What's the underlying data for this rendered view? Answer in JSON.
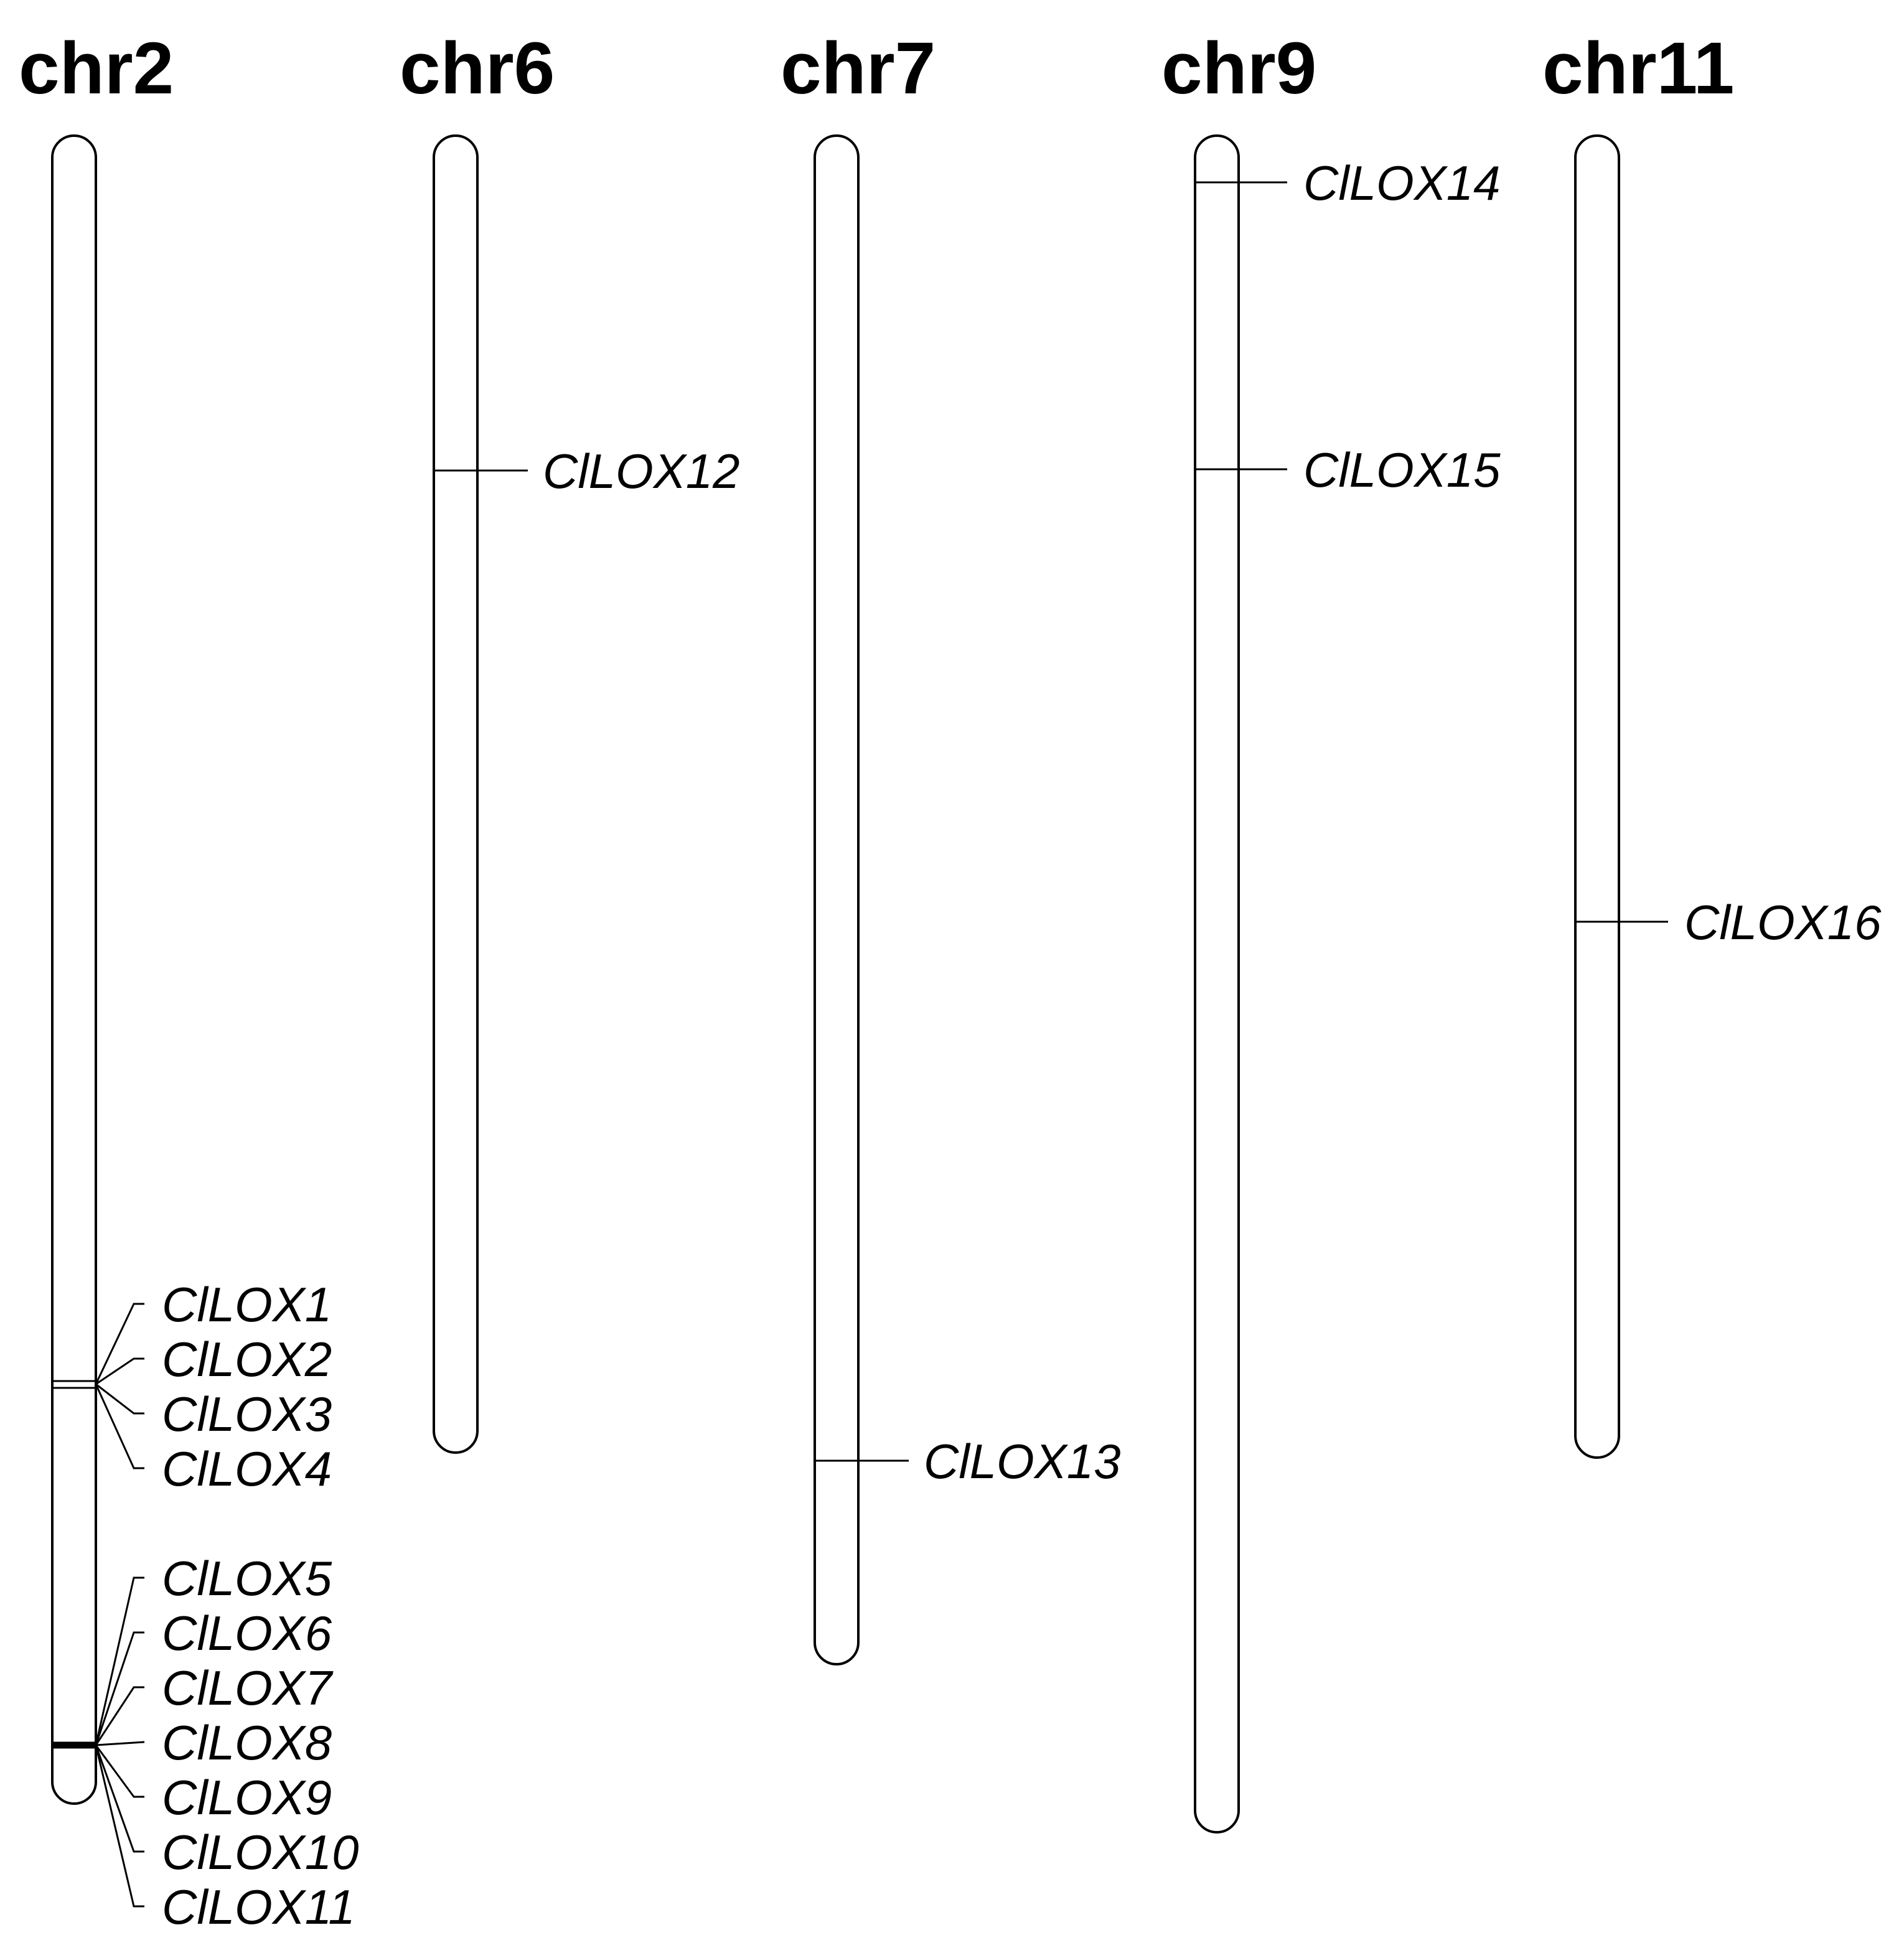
{
  "chromosomes": [
    {
      "id": "chr2",
      "label": "chr2",
      "genes": [
        {
          "name": "ClLOX1"
        },
        {
          "name": "ClLOX2"
        },
        {
          "name": "ClLOX3"
        },
        {
          "name": "ClLOX4"
        },
        {
          "name": "ClLOX5"
        },
        {
          "name": "ClLOX6"
        },
        {
          "name": "ClLOX7"
        },
        {
          "name": "ClLOX8"
        },
        {
          "name": "ClLOX9"
        },
        {
          "name": "ClLOX10"
        },
        {
          "name": "ClLOX11"
        }
      ]
    },
    {
      "id": "chr6",
      "label": "chr6",
      "genes": [
        {
          "name": "ClLOX12"
        }
      ]
    },
    {
      "id": "chr7",
      "label": "chr7",
      "genes": [
        {
          "name": "ClLOX13"
        }
      ]
    },
    {
      "id": "chr9",
      "label": "chr9",
      "genes": [
        {
          "name": "ClLOX14"
        },
        {
          "name": "ClLOX15"
        }
      ]
    },
    {
      "id": "chr11",
      "label": "chr11",
      "genes": [
        {
          "name": "ClLOX16"
        }
      ]
    }
  ]
}
